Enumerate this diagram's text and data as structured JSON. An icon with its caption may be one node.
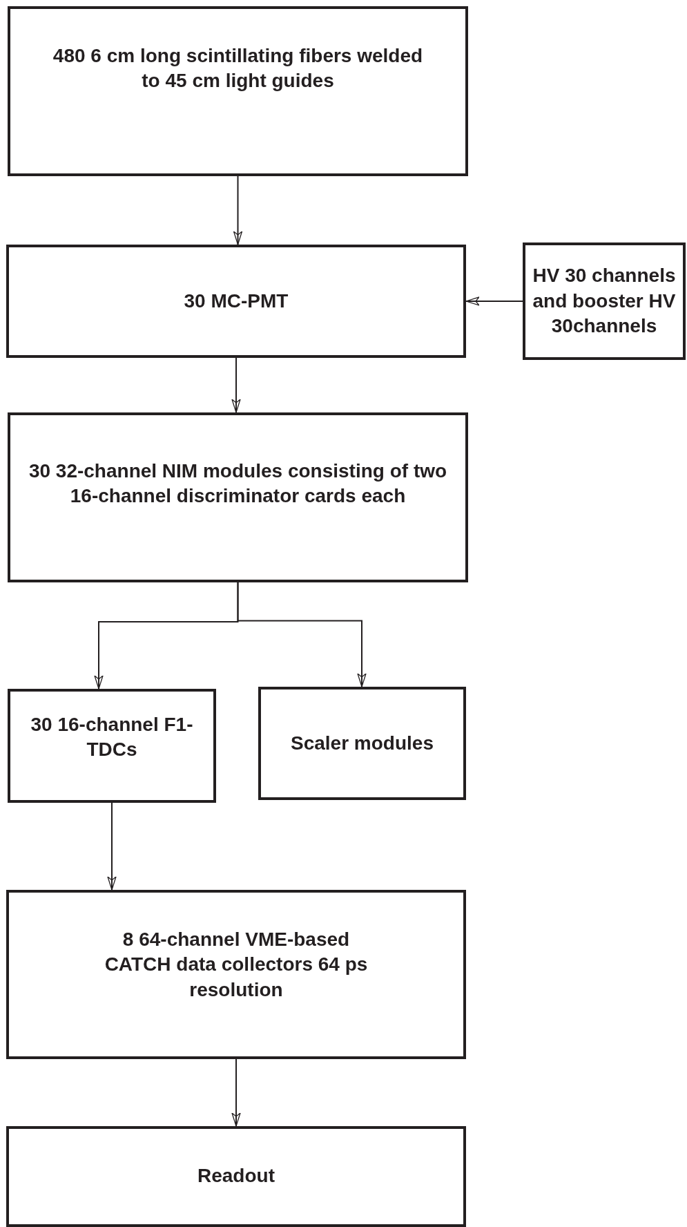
{
  "diagram": {
    "nodes": [
      {
        "text": [
          "480  6 cm long scintillating fibers welded to 45 cm light guides"
        ]
      },
      {
        "text": [
          "30 MC-PMT"
        ]
      },
      {
        "text": [
          "HV 30 channels and booster HV 30channels"
        ]
      },
      {
        "text": [
          "30 32-channel NIM modules consisting of two 16-channel discriminator cards each"
        ]
      },
      {
        "text": [
          "30 16-channel F1-TDCs"
        ]
      },
      {
        "text": [
          "Scaler modules"
        ]
      },
      {
        "text": [
          "8 64-channel VME-based CATCH data collectors 64 ps resolution"
        ]
      },
      {
        "text": [
          "Readout"
        ]
      }
    ],
    "edges": [
      {
        "from": 0,
        "to": 1,
        "arrow": "to"
      },
      {
        "from": 2,
        "to": 1,
        "arrow": "to"
      },
      {
        "from": 1,
        "to": 3,
        "arrow": "to"
      },
      {
        "from": 3,
        "to": 4,
        "arrow": "to"
      },
      {
        "from": 3,
        "to": 5,
        "arrow": "to"
      },
      {
        "from": 4,
        "to": 6,
        "arrow": "to"
      },
      {
        "from": 6,
        "to": 7,
        "arrow": "to"
      }
    ]
  }
}
